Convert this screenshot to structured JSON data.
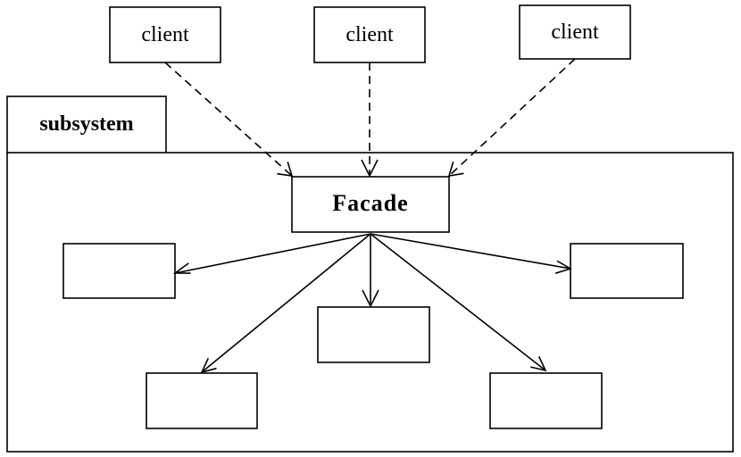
{
  "diagram": {
    "type": "uml-facade-pattern",
    "clients": [
      {
        "label": "client"
      },
      {
        "label": "client"
      },
      {
        "label": "client"
      }
    ],
    "package": {
      "label": "subsystem"
    },
    "facade": {
      "label": "Facade"
    },
    "components": [
      {},
      {},
      {},
      {},
      {}
    ],
    "edges": {
      "client_to_facade": "dashed-open-arrow",
      "facade_to_component": "solid-open-arrow"
    }
  }
}
